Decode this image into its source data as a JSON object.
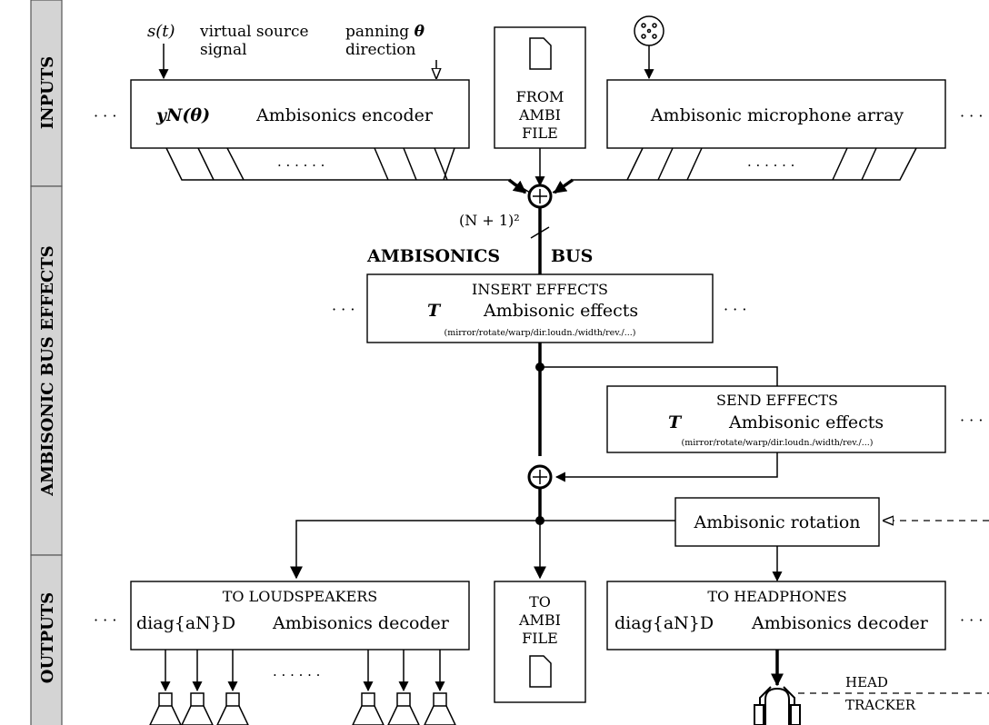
{
  "sidebar": {
    "inputs": "INPUTS",
    "bus_effects": "AMBISONIC BUS EFFECTS",
    "outputs": "OUTPUTS"
  },
  "inputs": {
    "signal_symbol": "s(t)",
    "signal_label_1": "virtual source",
    "signal_label_2": "signal",
    "panning_label_1": "panning",
    "panning_symbol": "θ",
    "panning_label_2": "direction",
    "encoder_formula": "yN(θ)",
    "encoder_label": "Ambisonics encoder",
    "file_label_1": "FROM",
    "file_label_2": "AMBI",
    "file_label_3": "FILE",
    "mic_label": "Ambisonic microphone array",
    "ellipsis": "· · ·",
    "double_ellipsis": "· · · · · ·"
  },
  "bus": {
    "channel_count": "(N + 1)²",
    "label_left": "AMBISONICS",
    "label_right": "BUS"
  },
  "effects": {
    "insert_title": "INSERT EFFECTS",
    "insert_symbol": "T",
    "insert_label": "Ambisonic effects",
    "insert_sub": "(mirror/rotate/warp/dir.loudn./width/rev./...)",
    "send_title": "SEND EFFECTS",
    "send_symbol": "T",
    "send_label": "Ambisonic effects",
    "send_sub": "(mirror/rotate/warp/dir.loudn./width/rev./...)",
    "rotation_label": "Ambisonic rotation"
  },
  "outputs": {
    "ls_title": "TO LOUDSPEAKERS",
    "ls_formula": "diag{aN}D",
    "ls_label": "Ambisonics decoder",
    "file_label_1": "TO",
    "file_label_2": "AMBI",
    "file_label_3": "FILE",
    "hp_title": "TO HEADPHONES",
    "hp_formula": "diag{aN}D",
    "hp_label": "Ambisonics decoder",
    "tracker_1": "HEAD",
    "tracker_2": "TRACKER"
  }
}
